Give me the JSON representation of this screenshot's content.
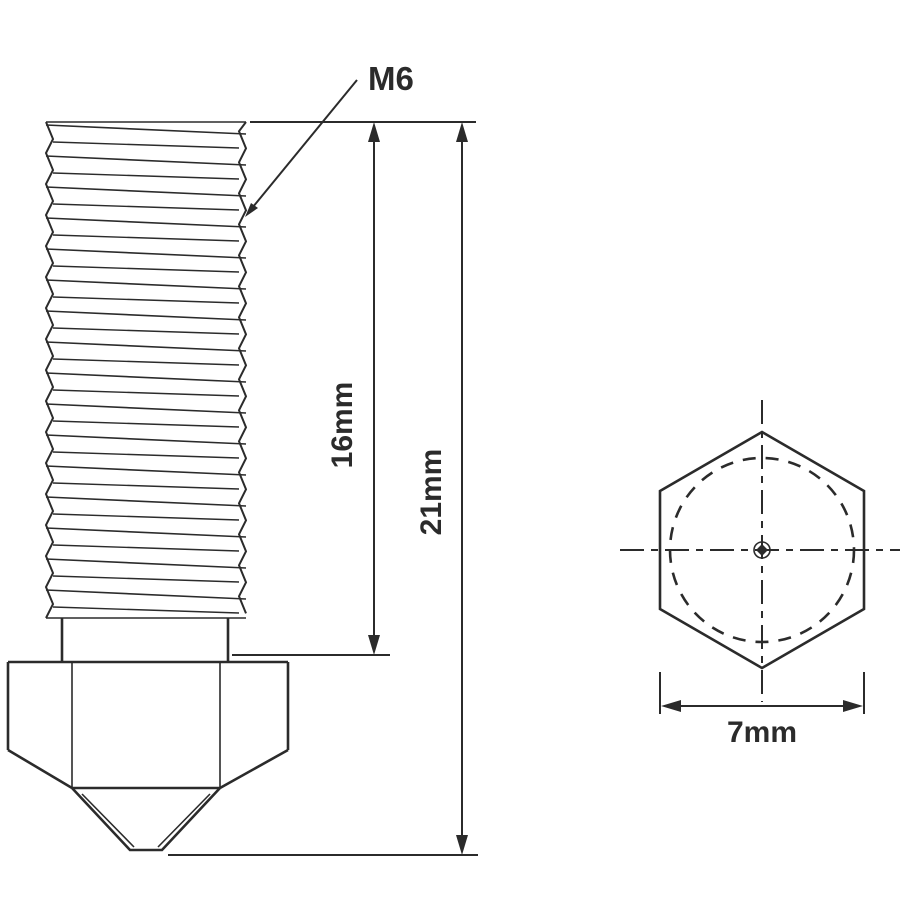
{
  "labels": {
    "thread_callout": "M6",
    "thread_length": "16mm",
    "overall_length": "21mm",
    "hex_width": "7mm"
  },
  "colors": {
    "line": "#2b2b2b",
    "background": "#ffffff"
  }
}
